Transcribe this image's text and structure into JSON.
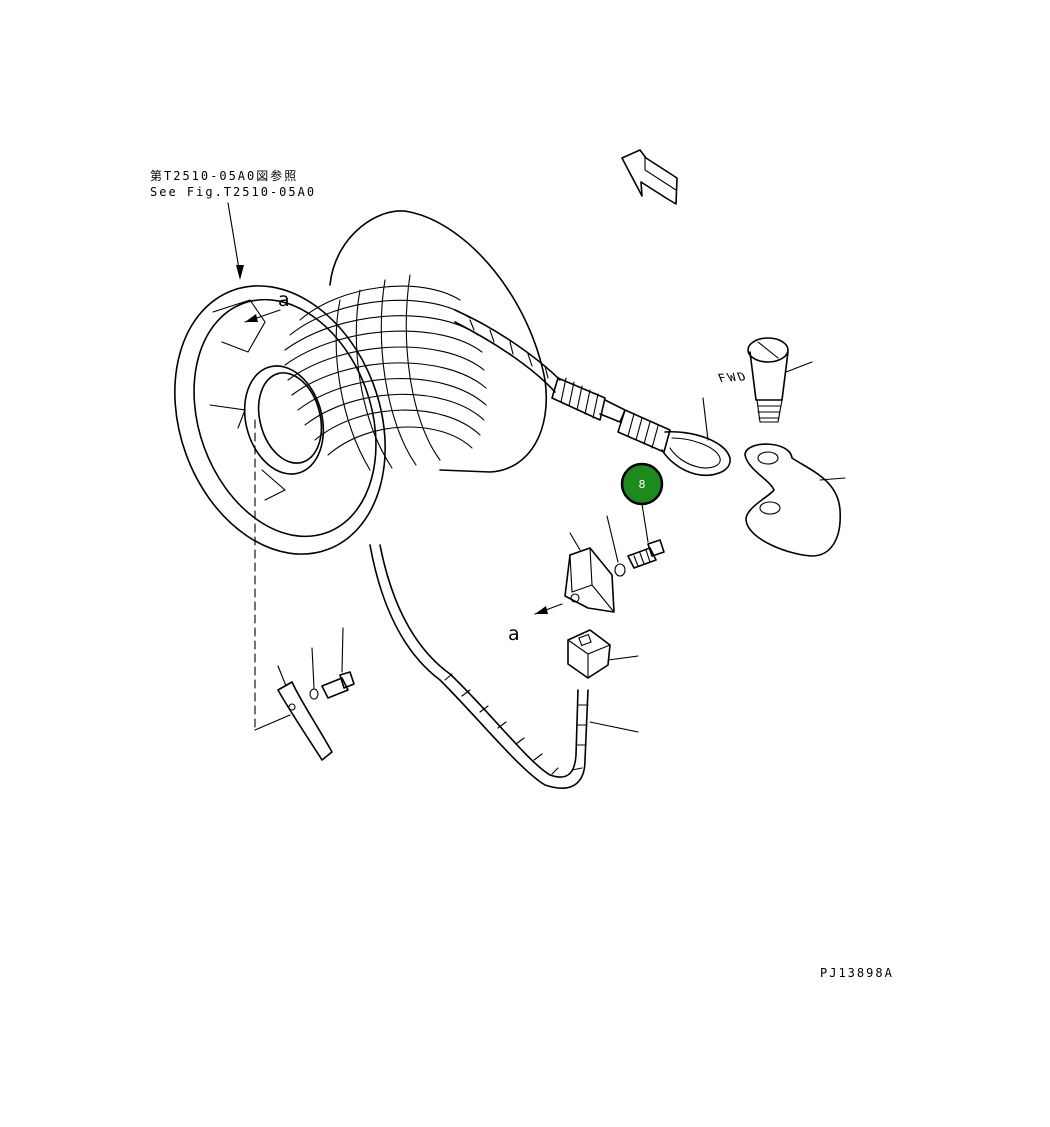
{
  "callout_ref": {
    "jp_line": "第T2510-05A0図参照",
    "en_line": "See Fig.T2510-05A0"
  },
  "direction_marker": {
    "label": "FWD"
  },
  "view_label_top": "a",
  "view_label_bottom": "a",
  "highlighted_part": {
    "number": "8",
    "color": "#1e8a1e"
  },
  "drawing_code": "PJ13898A"
}
